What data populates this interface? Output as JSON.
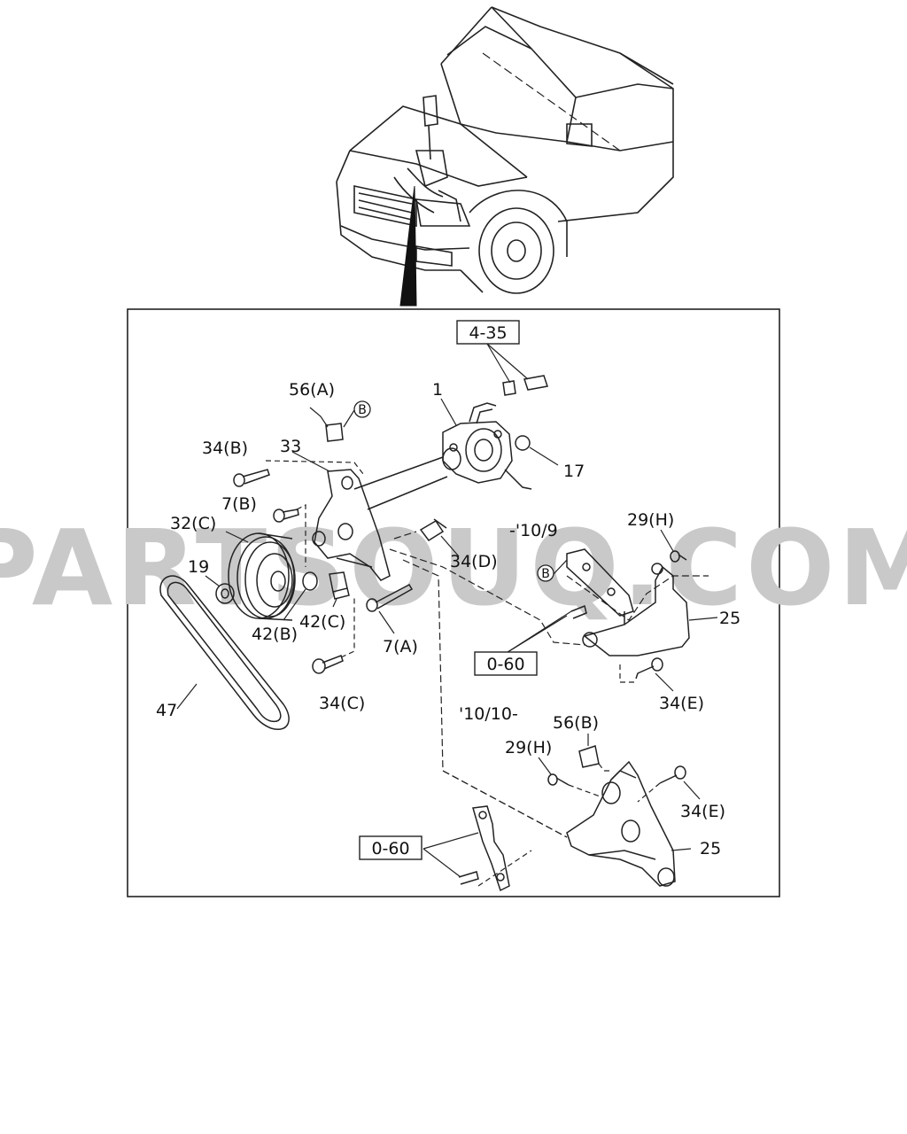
{
  "watermark": "PARTSOUQ.COM",
  "ref_boxes": {
    "top": "4-35",
    "mid": "0-60",
    "bottom": "0-60"
  },
  "circle_ref": "B",
  "labels": {
    "p1": "1",
    "p17": "17",
    "p19": "19",
    "p25a": "25",
    "p25b": "25",
    "p29h_a": "29(H)",
    "p29h_b": "29(H)",
    "p32c": "32(C)",
    "p33": "33",
    "p34b": "34(B)",
    "p34c": "34(C)",
    "p34d": "34(D)",
    "p34e_a": "34(E)",
    "p34e_b": "34(E)",
    "p42b": "42(B)",
    "p42c": "42(C)",
    "p47": "47",
    "p56a": "56(A)",
    "p56b": "56(B)",
    "p7a": "7(A)",
    "p7b": "7(B)"
  },
  "date_notes": {
    "upper": "-'10/9",
    "lower": "'10/10-"
  }
}
